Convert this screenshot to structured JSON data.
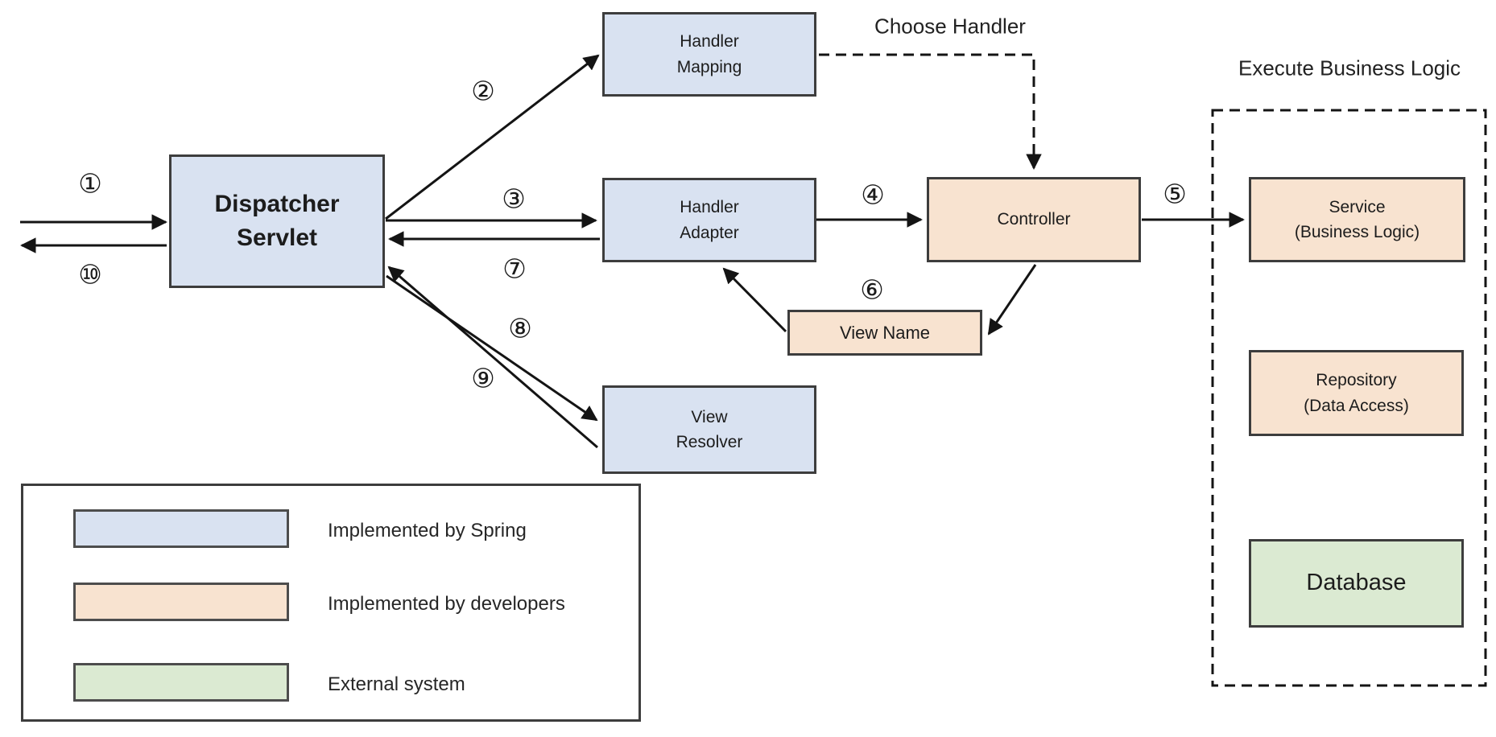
{
  "colors": {
    "spring_blue": "#d9e2f1",
    "developer_orange": "#f8e3d0",
    "external_green": "#dbead2",
    "box_border": "#3d3d3d",
    "line_black": "#141414",
    "text_color": "#1c1c1c"
  },
  "nodes": {
    "dispatcher_servlet": "Dispatcher\nServlet",
    "handler_mapping": "Handler\nMapping",
    "handler_adapter": "Handler\nAdapter",
    "view_resolver": "View\nResolver",
    "controller": "Controller",
    "view_name": "View Name",
    "service": "Service\n(Business Logic)",
    "repository": "Repository\n(Data Access)",
    "database": "Database"
  },
  "annotations": {
    "choose_handler": "Choose Handler",
    "execute_business_logic": "Execute Business Logic"
  },
  "steps": [
    "①",
    "②",
    "③",
    "④",
    "⑤",
    "⑥",
    "⑦",
    "⑧",
    "⑨",
    "⑩"
  ],
  "legend": {
    "items": [
      {
        "label": "Implemented by Spring",
        "color": "#d9e2f1"
      },
      {
        "label": "Implemented by developers",
        "color": "#f8e3d0"
      },
      {
        "label": "External system",
        "color": "#dbead2"
      }
    ]
  }
}
